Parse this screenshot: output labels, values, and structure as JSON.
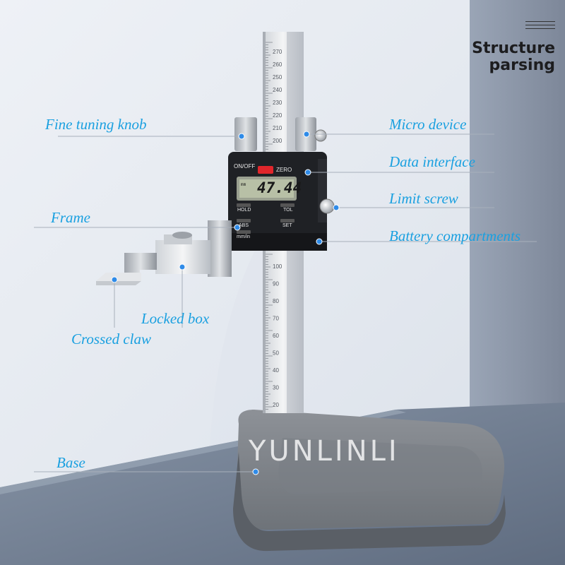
{
  "header": {
    "title_line1": "Structure",
    "title_line2": "parsing"
  },
  "labels": {
    "fine_tuning_knob": "Fine tuning knob",
    "micro_device": "Micro device",
    "data_interface": "Data interface",
    "limit_screw": "Limit screw",
    "frame": "Frame",
    "battery_compartments": "Battery compartments",
    "locked_box": "Locked box",
    "crossed_claw": "Crossed claw",
    "base": "Base"
  },
  "display": {
    "on_off": "ON/OFF",
    "zero": "ZERO",
    "unit": "mm",
    "reading": "47.44",
    "hold": "HOLD",
    "tol": "TOL",
    "abs": "ABS",
    "set": "SET",
    "mm_in": "mm/in"
  },
  "scale_upper": [
    "270",
    "260",
    "250",
    "240",
    "230",
    "220",
    "210",
    "200"
  ],
  "scale_lower": [
    "100",
    "90",
    "80",
    "70",
    "60",
    "50",
    "40",
    "30",
    "20"
  ],
  "watermark": "YUNLINLI",
  "colors": {
    "accent": "#1aa0e0",
    "marker": "#2f8be8",
    "title": "#1d1d1f"
  }
}
